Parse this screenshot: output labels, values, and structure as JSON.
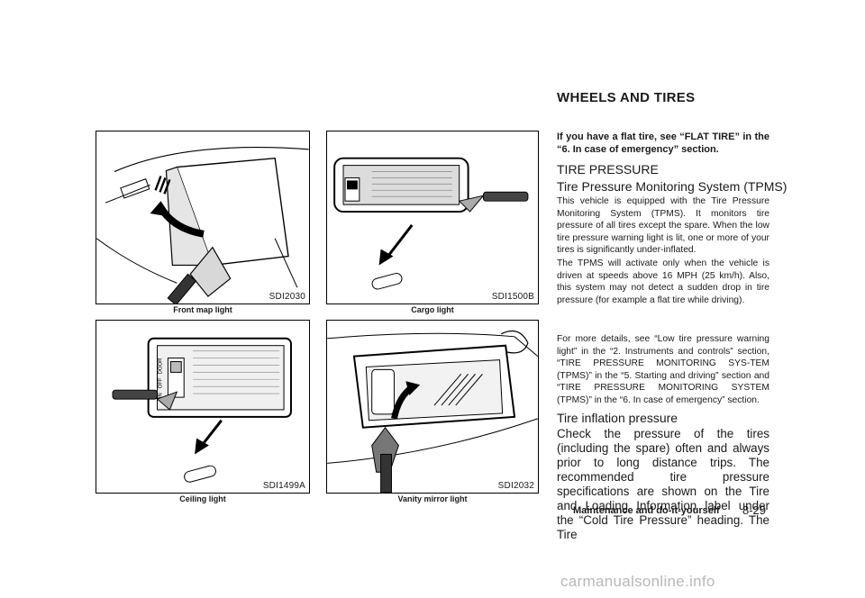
{
  "figures": [
    {
      "code": "SDI2030",
      "caption": "Front map light"
    },
    {
      "code": "SDI1500B",
      "caption": "Cargo light"
    },
    {
      "code": "SDI1499A",
      "caption": "Ceiling light"
    },
    {
      "code": "SDI2032",
      "caption": "Vanity mirror light"
    }
  ],
  "switch_labels": {
    "door": "DOOR",
    "off": "OFF",
    "on": "ON"
  },
  "section_title": "WHEELS AND TIRES",
  "intro": "If you have a flat tire, see “FLAT TIRE” in the “6. In case of emergency” section.",
  "tire_pressure_heading": "TIRE PRESSURE",
  "tpms_heading": "Tire Pressure Monitoring System (TPMS)",
  "p1": "This vehicle is equipped with the Tire Pressure Monitoring System (TPMS). It monitors tire pressure of all tires except the spare. When the low tire pressure warning light is lit, one or more of your tires is significantly under-inflated.",
  "p2": "The TPMS will activate only when the vehicle is driven at speeds above 16 MPH (25 km/h). Also, this system may not detect a sudden drop in tire pressure (for example a flat tire while driving).",
  "p3": "For more details, see “Low tire pressure warning light” in the “2. Instruments and controls” section, “TIRE PRESSURE MONITORING SYS-TEM (TPMS)” in the “5. Starting and driving” section and “TIRE PRESSURE MONITORING SYSTEM (TPMS)” in the “6. In case of emergency” section.",
  "inflation_heading": "Tire inflation pressure",
  "p4": "Check the pressure of the tires (including the spare) often and always prior to long distance trips. The recommended tire pressure specifications are shown on the Tire and Loading Information label under the “Cold Tire Pressure” heading. The Tire",
  "footer_section": "Maintenance and do-it-yourself",
  "page_number": "8-29",
  "watermark": "carmanualsonline.info"
}
